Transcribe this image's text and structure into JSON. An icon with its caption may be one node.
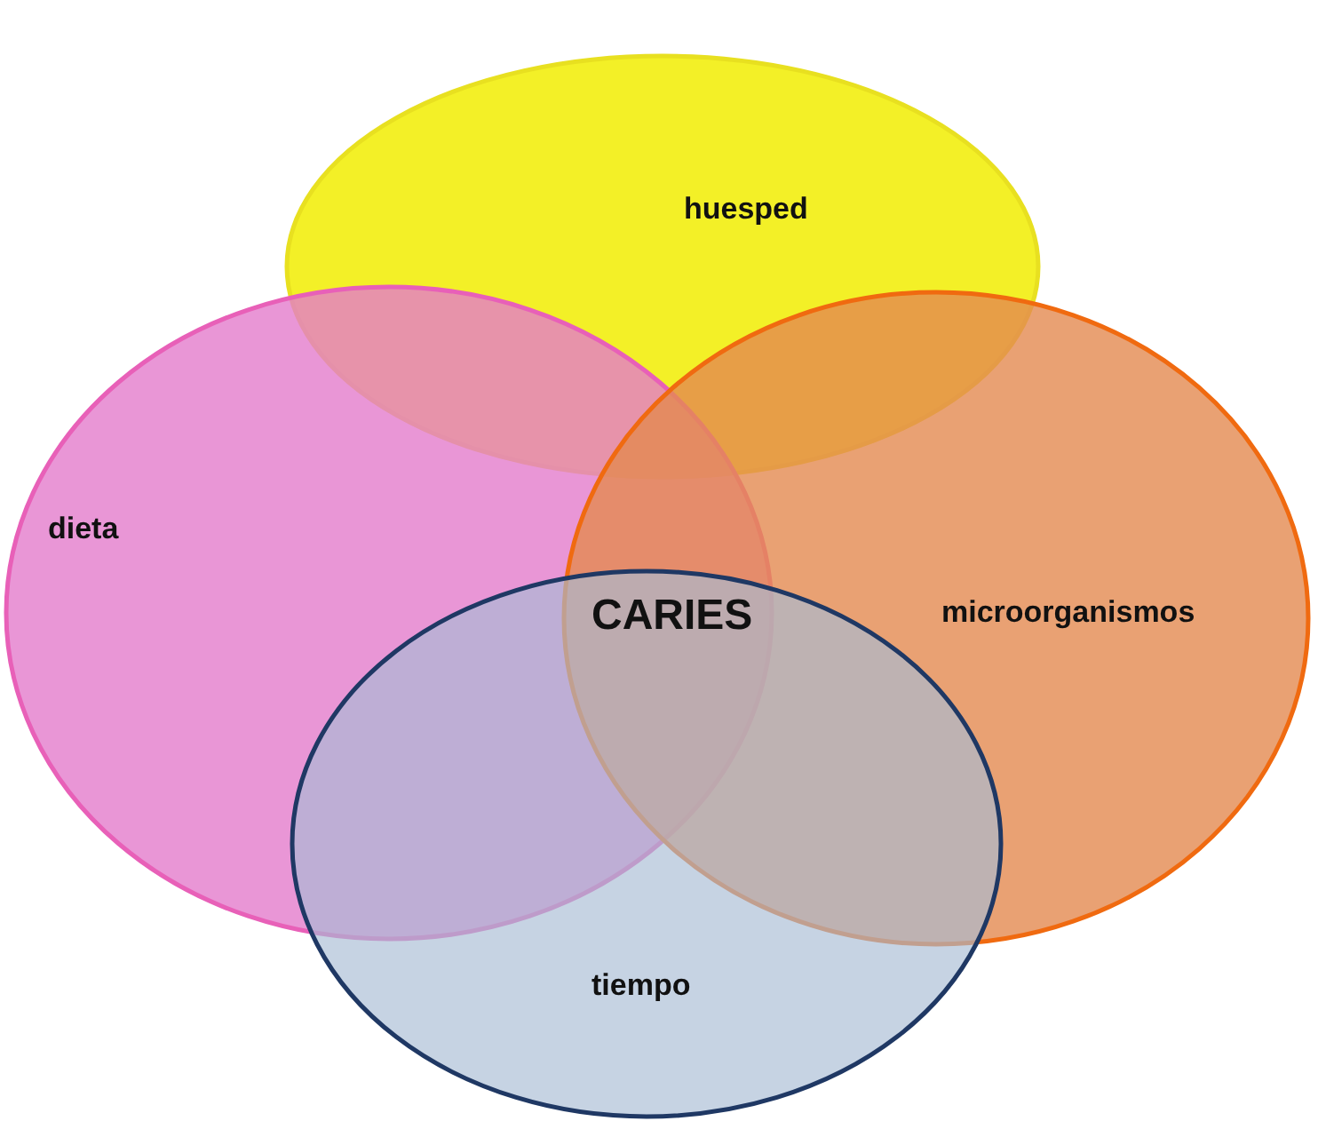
{
  "diagram": {
    "nodes": [
      {
        "text": [
          "huesped"
        ]
      },
      {
        "text": [
          "dieta"
        ]
      },
      {
        "text": [
          "microorganismos"
        ]
      },
      {
        "text": [
          "tiempo"
        ]
      }
    ],
    "labels": [
      "CARIES"
    ]
  }
}
